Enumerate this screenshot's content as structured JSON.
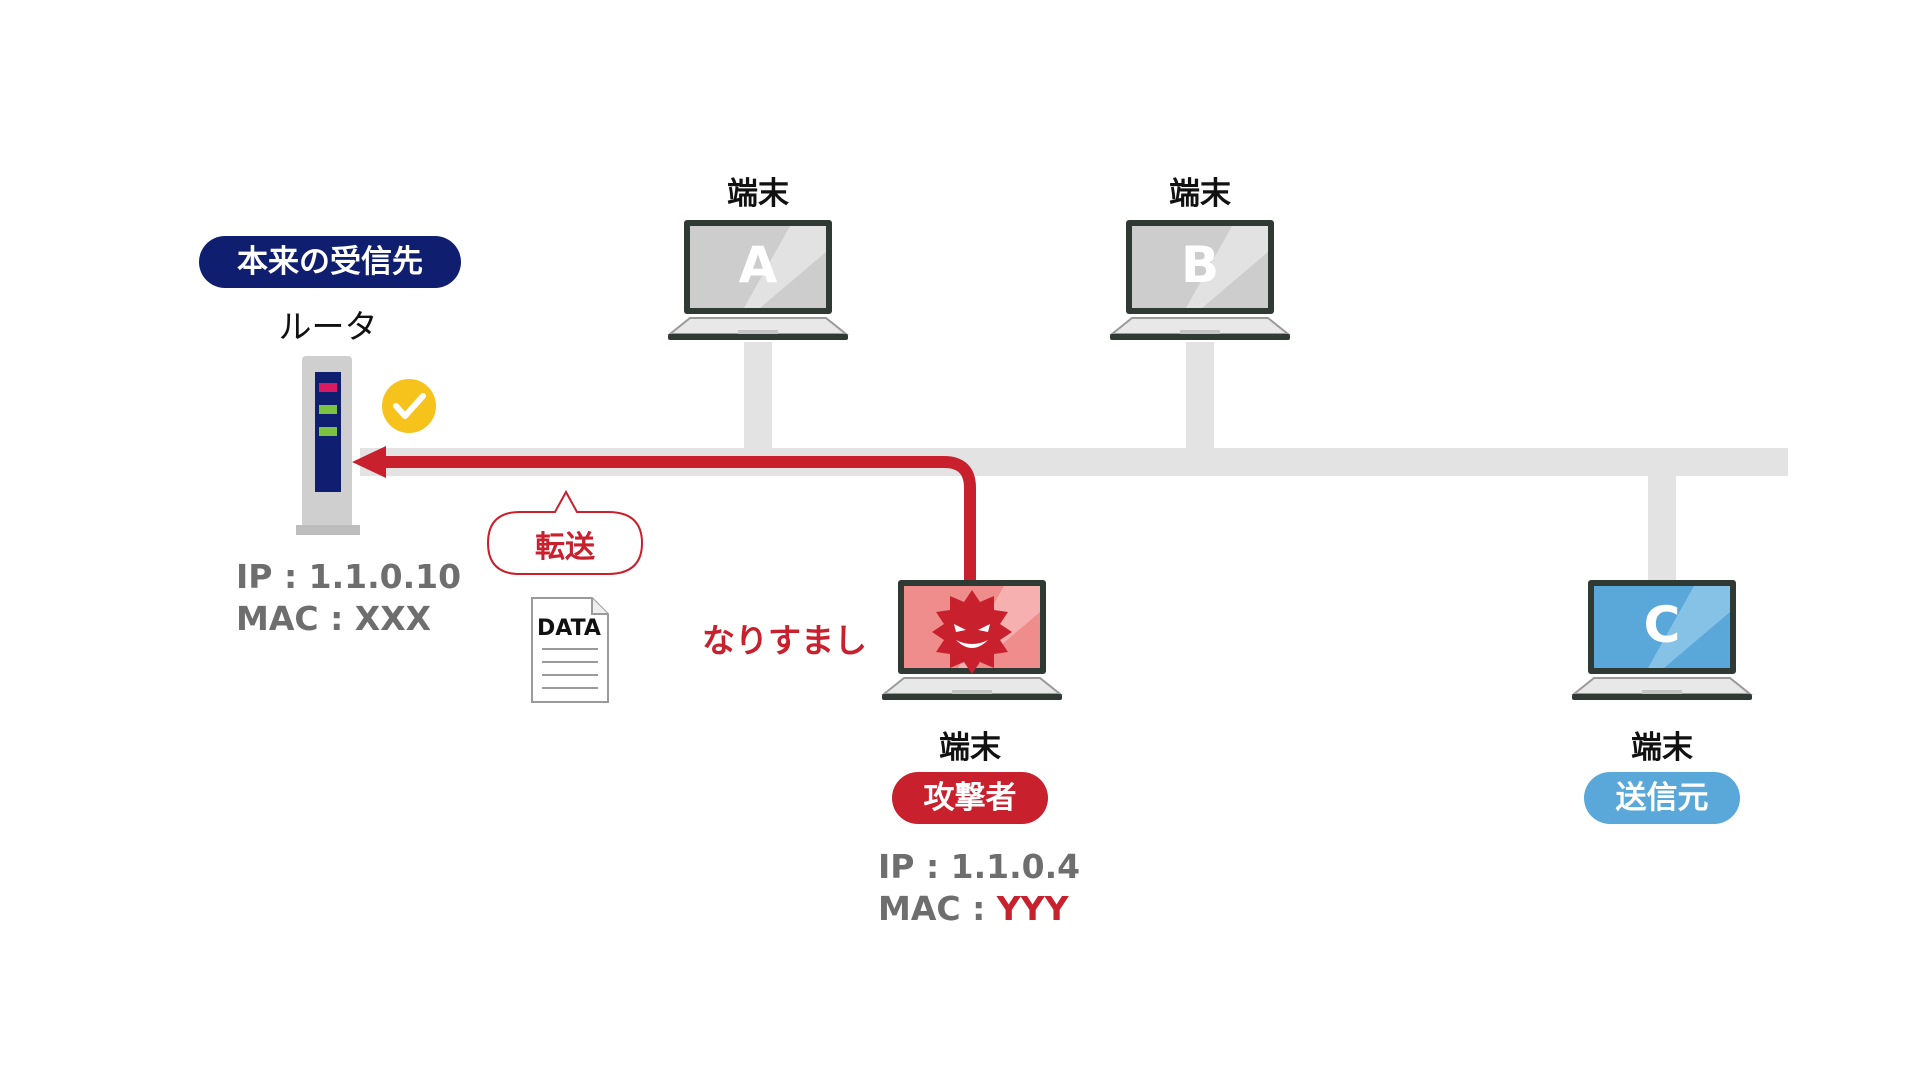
{
  "terminal_label": "端末",
  "router": {
    "badge": "本来の受信先",
    "name": "ルータ",
    "ip_label": "IP : 1.1.0.10",
    "mac_prefix": "MAC : ",
    "mac_value": "XXX"
  },
  "terminals": {
    "a": {
      "letter": "A"
    },
    "b": {
      "letter": "B"
    },
    "c": {
      "letter": "C",
      "role": "送信元"
    },
    "attacker": {
      "role": "攻撃者",
      "spoof_label": "なりすまし",
      "ip_label": "IP : 1.1.0.4",
      "mac_prefix": "MAC : ",
      "mac_value": "YYY"
    }
  },
  "transfer_label": "転送",
  "data_doc_label": "DATA",
  "colors": {
    "navy": "#0f1e6e",
    "attack_red": "#c8202c",
    "sender_blue": "#5aa8d9",
    "network_gray": "#e3e3e3",
    "check_yellow": "#f5c31c"
  }
}
